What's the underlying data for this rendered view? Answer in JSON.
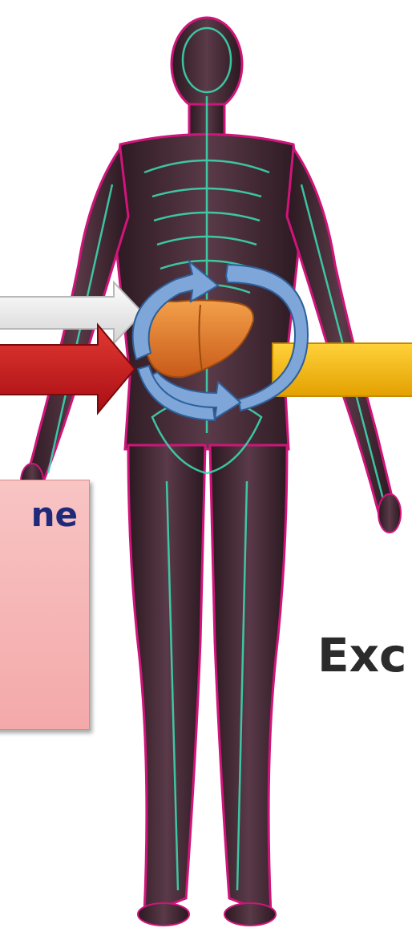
{
  "diagram": {
    "left_box": {
      "text_fragment": "ne",
      "background_color": "#f4a9a9",
      "text_color": "#1f2a7a"
    },
    "right_label": {
      "text_fragment": "Exc",
      "text_color": "#2b2b2b"
    },
    "arrows": [
      {
        "name": "white-arrow-in",
        "direction": "right",
        "color": "#ececec"
      },
      {
        "name": "red-arrow-in",
        "direction": "right",
        "color": "#c8151a"
      },
      {
        "name": "yellow-arrow-out",
        "direction": "right",
        "color": "#f3b800"
      }
    ],
    "cycle_arrows": {
      "color": "#7ea6d8",
      "count": 2
    },
    "organ": {
      "name": "liver",
      "color": "#e27a2a"
    },
    "figure": {
      "skin_outline_color": "#d0157a",
      "skeleton_color": "#3be0b5"
    }
  }
}
